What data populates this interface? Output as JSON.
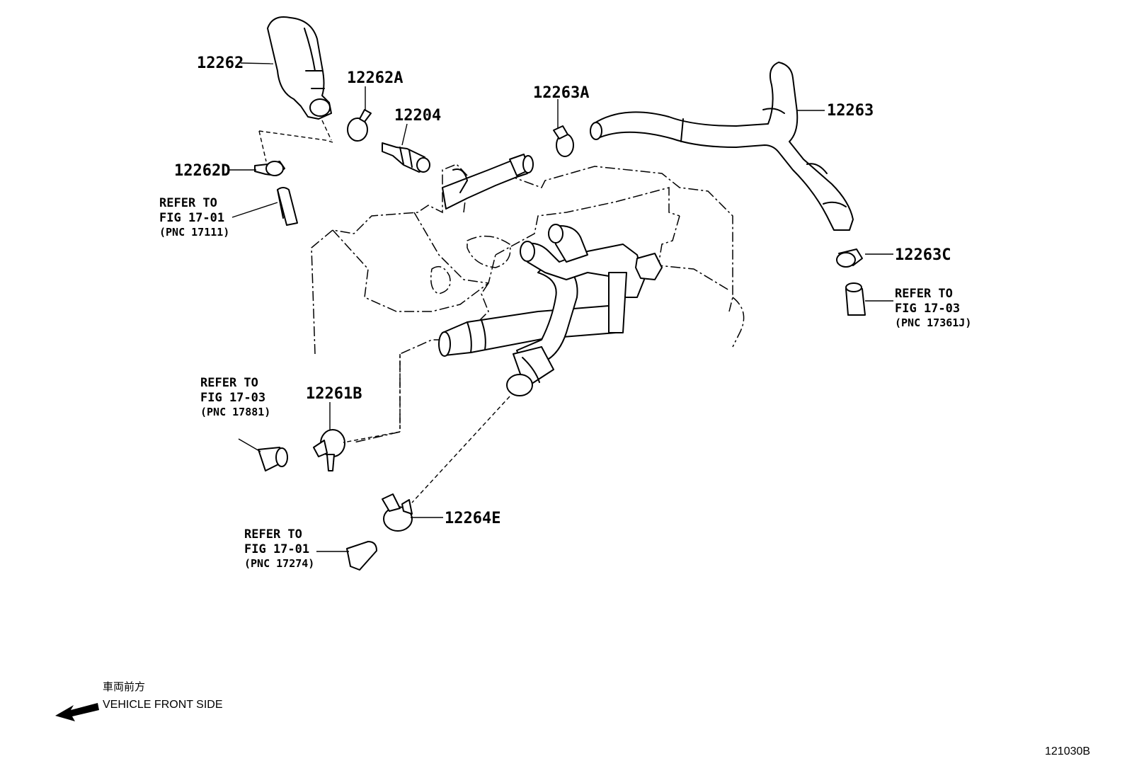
{
  "parts": {
    "p12262": "12262",
    "p12262A": "12262A",
    "p12204": "12204",
    "p12262D": "12262D",
    "p12263A": "12263A",
    "p12263": "12263",
    "p12263C": "12263C",
    "p12261B": "12261B",
    "p12264E": "12264E"
  },
  "refs": {
    "r1": {
      "line1": "REFER TO",
      "line2": "FIG 17-01",
      "line3": "(PNC 17111)"
    },
    "r2": {
      "line1": "REFER TO",
      "line2": "FIG 17-03",
      "line3": "(PNC 17361J)"
    },
    "r3": {
      "line1": "REFER TO",
      "line2": "FIG 17-03",
      "line3": "(PNC 17881)"
    },
    "r4": {
      "line1": "REFER TO",
      "line2": "FIG 17-01",
      "line3": "(PNC 17274)"
    }
  },
  "orientation": {
    "japanese": "車両前方",
    "english": "VEHICLE FRONT SIDE"
  },
  "diagram_code": "121030B"
}
